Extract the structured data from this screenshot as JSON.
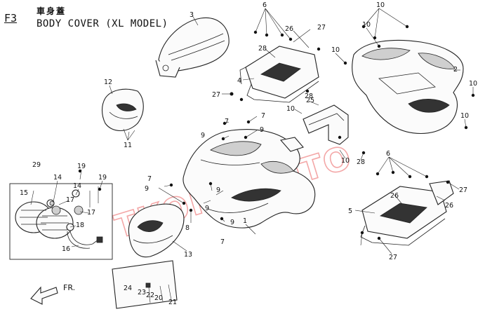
{
  "header": {
    "section_code": "F3",
    "cjk_title": "車身蓋",
    "title": "BODY COVER (XL MODEL)"
  },
  "watermark": "TKOPOMOTO",
  "direction_label": "FR.",
  "callouts": {
    "p1": "1",
    "p2": "2",
    "p3": "3",
    "p4": "4",
    "p5": "5",
    "p6a": "6",
    "p6b": "6",
    "p7a": "7",
    "p7b": "7",
    "p7c": "7",
    "p7d": "7",
    "p8": "8",
    "p9a": "9",
    "p9b": "9",
    "p9c": "9",
    "p9d": "9",
    "p9e": "9",
    "p9f": "9",
    "p10a": "10",
    "p10b": "10",
    "p10c": "10",
    "p10d": "10",
    "p10e": "10",
    "p10f": "10",
    "p10g": "10",
    "p11": "11",
    "p12": "12",
    "p13": "13",
    "p14a": "14",
    "p14b": "14",
    "p15": "15",
    "p16": "16",
    "p17a": "17",
    "p17b": "17",
    "p18": "18",
    "p19a": "19",
    "p19b": "19",
    "p20": "20",
    "p21": "21",
    "p22": "22",
    "p23": "23",
    "p24": "24",
    "p25": "25",
    "p26a": "26",
    "p26b": "26",
    "p26c": "26",
    "p27a": "27",
    "p27b": "27",
    "p27c": "27",
    "p27d": "27",
    "p28a": "28",
    "p28b": "28",
    "p28c": "28",
    "p29": "29"
  }
}
